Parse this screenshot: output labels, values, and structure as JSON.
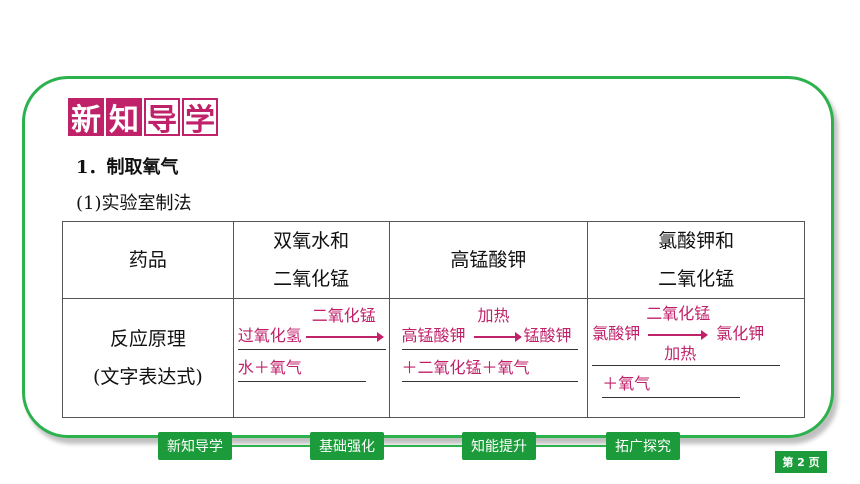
{
  "title_chars": [
    "新",
    "知",
    "导",
    "学"
  ],
  "heading": "1．制取氧气",
  "subheading": "(1)实验室制法",
  "table": {
    "header": [
      "药品",
      "双氧水和二氧化锰",
      "高锰酸钾",
      "氯酸钾和二氧化锰"
    ],
    "header_lines": {
      "c1a": "双氧水和",
      "c1b": "二氧化锰",
      "c3a": "氯酸钾和",
      "c3b": "二氧化锰"
    },
    "row_label_a": "反应原理",
    "row_label_b": "(文字表达式)",
    "eq1": {
      "condition": "二氧化锰",
      "reactant": "过氧化氢",
      "arrow": "－－－－→",
      "product_line2": "水＋氧气"
    },
    "eq2": {
      "condition": "加热",
      "reactant": "高锰酸钾",
      "arrow": "－－→",
      "product_line1": "锰酸钾",
      "product_line2": "＋二氧化锰＋氧气"
    },
    "eq3": {
      "condition_top": "二氧化锰",
      "reactant": "氯酸钾",
      "arrow": "－－－→",
      "product_line1": "氯化钾",
      "condition_bottom": "加热",
      "product_line2": "＋氧气"
    }
  },
  "nav": [
    "新知导学",
    "基础强化",
    "知能提升",
    "拓广探究"
  ],
  "page_label": "第 2 页",
  "colors": {
    "green": "#2bb24c",
    "magenta": "#c0226a"
  }
}
